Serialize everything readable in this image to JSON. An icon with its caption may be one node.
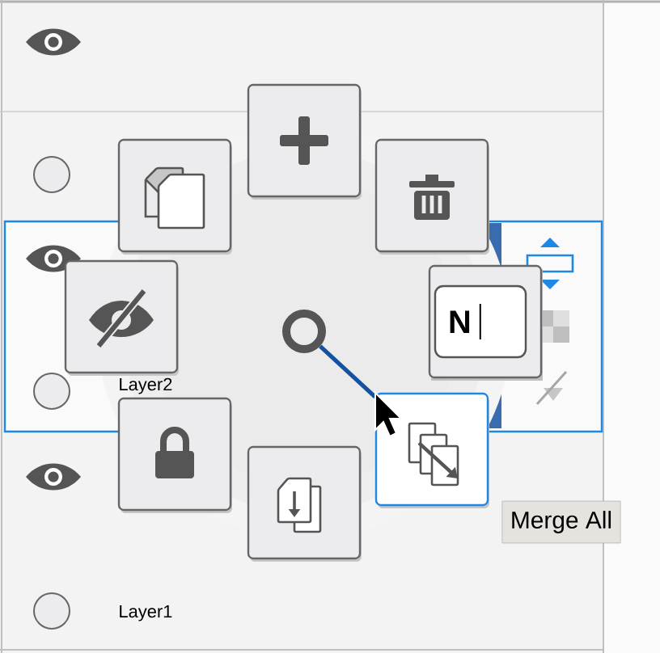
{
  "diagram": {
    "nodes": [
      {
        "text": [],
        "shape": "box"
      },
      {
        "text": [],
        "shape": "box"
      },
      {
        "text": [],
        "shape": "box"
      },
      {
        "text": [],
        "shape": "box"
      },
      {
        "text": [
          "N"
        ]
      },
      {
        "text": [],
        "shape": "circle"
      },
      {
        "text": [],
        "shape": "box"
      },
      {
        "text": [],
        "shape": "box"
      },
      {
        "text": [],
        "shape": "box"
      },
      {
        "text": [
          "Merge All"
        ]
      }
    ],
    "edges": [
      {
        "from": 5,
        "to": 7,
        "arrow": "none"
      }
    ],
    "labels": [
      "Layer2",
      "Layer1"
    ]
  }
}
